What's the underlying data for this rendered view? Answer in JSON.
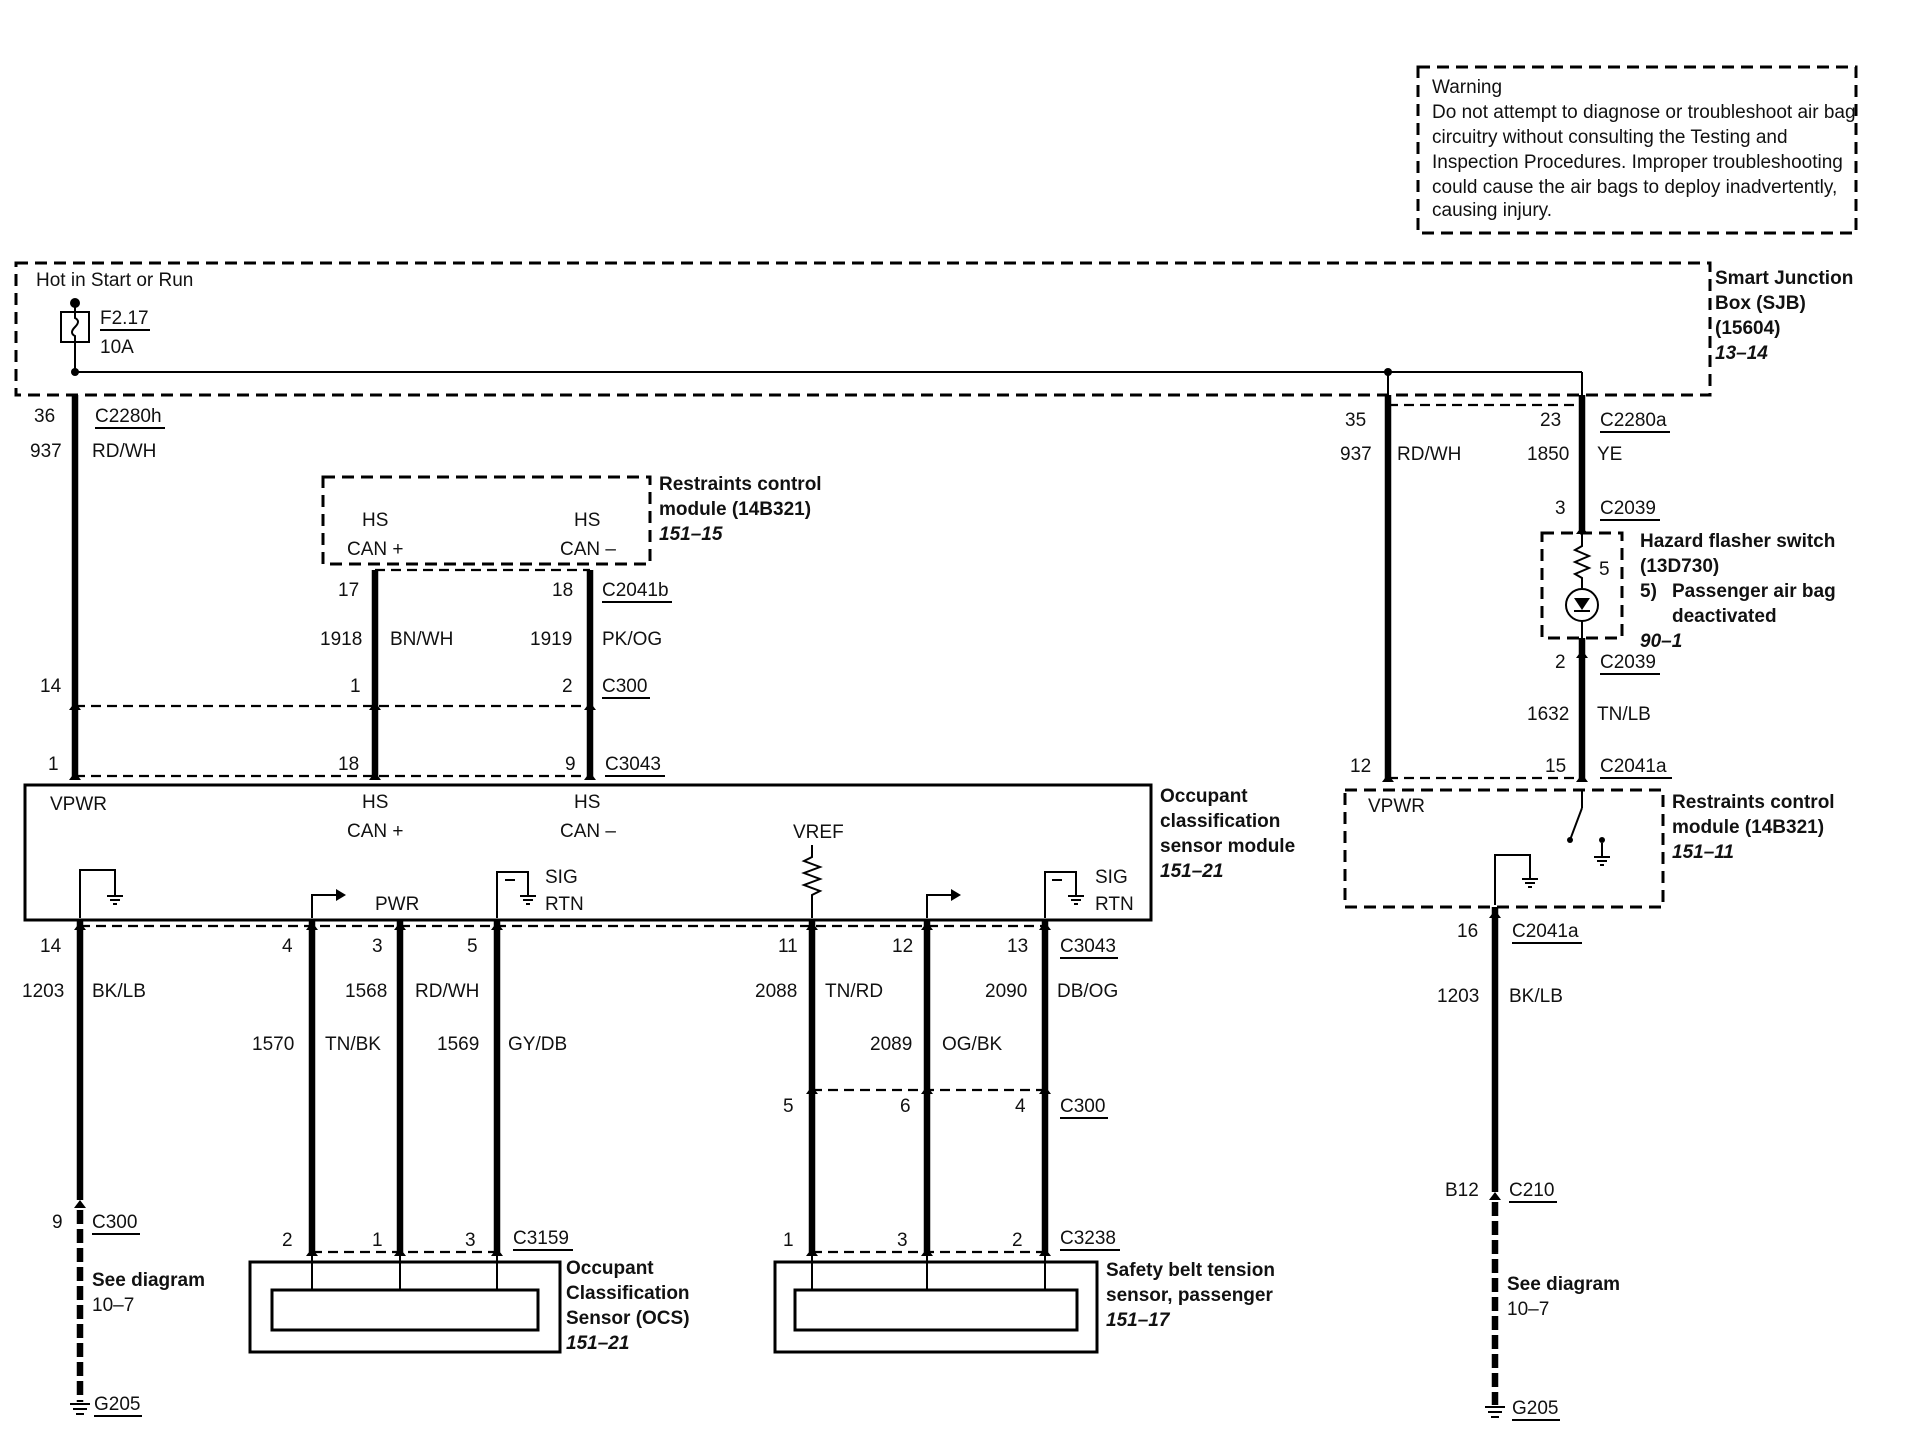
{
  "warning": {
    "title": "Warning",
    "lines": [
      "Do not attempt to diagnose or troubleshoot air bag",
      "circuitry without consulting the Testing and",
      "Inspection Procedures. Improper troubleshooting",
      "could cause the air bags to deploy inadvertently,",
      "causing injury."
    ]
  },
  "sjb": {
    "hot_label": "Hot in Start or Run",
    "fuse": "F2.17",
    "fuse_rating": "10A",
    "name_lines": [
      "Smart Junction",
      "Box (SJB)",
      "(15604)"
    ],
    "ref": "13–14"
  },
  "rcm_top": {
    "name_lines": [
      "Restraints control",
      "module (14B321)"
    ],
    "ref": "151–15",
    "hs1": "HS",
    "can_plus": "CAN +",
    "hs2": "HS",
    "can_minus": "CAN –"
  },
  "hazard": {
    "name_lines": [
      "Hazard flasher switch",
      "(13D730)"
    ],
    "note_num": "5)",
    "note_lines": [
      "Passenger air bag",
      "deactivated"
    ],
    "ref": "90–1",
    "pin_label": "5"
  },
  "ocsm": {
    "name_lines": [
      "Occupant",
      "classification",
      "sensor module"
    ],
    "ref": "151–21",
    "vpwr": "VPWR",
    "hs1": "HS",
    "can_plus": "CAN +",
    "hs2": "HS",
    "can_minus": "CAN –",
    "vref": "VREF",
    "pwr": "PWR",
    "sig1": "SIG",
    "rtn1": "RTN",
    "sig2": "SIG",
    "rtn2": "RTN"
  },
  "rcm_right": {
    "name_lines": [
      "Restraints control",
      "module (14B321)"
    ],
    "ref": "151–11",
    "vpwr": "VPWR"
  },
  "ocs": {
    "name_lines": [
      "Occupant",
      "Classification",
      "Sensor (OCS)"
    ],
    "ref": "151–21"
  },
  "belt": {
    "name_lines": [
      "Safety belt tension",
      "sensor, passenger"
    ],
    "ref": "151–17"
  },
  "see_left": {
    "label": "See diagram",
    "ref": "10–7",
    "ground": "G205"
  },
  "see_right": {
    "label": "See diagram",
    "ref": "10–7",
    "ground": "G205"
  },
  "connectors": {
    "c2280h": "C2280h",
    "c2280a": "C2280a",
    "c2041b": "C2041b",
    "c300_a": "C300",
    "c3043_a": "C3043",
    "c2039_a": "C2039",
    "c2039_b": "C2039",
    "c2041a_a": "C2041a",
    "c3043_b": "C3043",
    "c2041a_b": "C2041a",
    "c300_b": "C300",
    "c300_c": "C300",
    "c210": "C210",
    "c3159": "C3159",
    "c3238": "C3238"
  },
  "pins": {
    "p36": "36",
    "p35": "35",
    "p23": "23",
    "p17": "17",
    "p18a": "18",
    "p3a": "3",
    "p14a": "14",
    "p1a": "1",
    "p2a": "2",
    "p2b": "2",
    "p1b": "1",
    "p18b": "18",
    "p9a": "9",
    "p12a": "12",
    "p15": "15",
    "p14b": "14",
    "p4a": "4",
    "p3b": "3",
    "p5a": "5",
    "p11": "11",
    "p12b": "12",
    "p13": "13",
    "p16": "16",
    "p5b": "5",
    "p6": "6",
    "p4b": "4",
    "p9b": "9",
    "pB12": "B12",
    "p2c": "2",
    "p1c": "1",
    "p3c": "3",
    "p1d": "1",
    "p3d": "3",
    "p2d": "2"
  },
  "circuits": {
    "w937a": "937",
    "w937b": "937",
    "w1850": "1850",
    "w1918": "1918",
    "w1919": "1919",
    "w1632": "1632",
    "w1203a": "1203",
    "w1568": "1568",
    "w2088": "2088",
    "w2090": "2090",
    "w1203b": "1203",
    "w1570": "1570",
    "w1569": "1569",
    "w2089": "2089"
  },
  "colors": {
    "rdwh_a": "RD/WH",
    "rdwh_b": "RD/WH",
    "ye": "YE",
    "bnwh": "BN/WH",
    "pkog": "PK/OG",
    "tnlb": "TN/LB",
    "bklb_a": "BK/LB",
    "rdwh_c": "RD/WH",
    "tnrd": "TN/RD",
    "dbog": "DB/OG",
    "bklb_b": "BK/LB",
    "tnbk": "TN/BK",
    "gydb": "GY/DB",
    "ogbk": "OG/BK"
  }
}
